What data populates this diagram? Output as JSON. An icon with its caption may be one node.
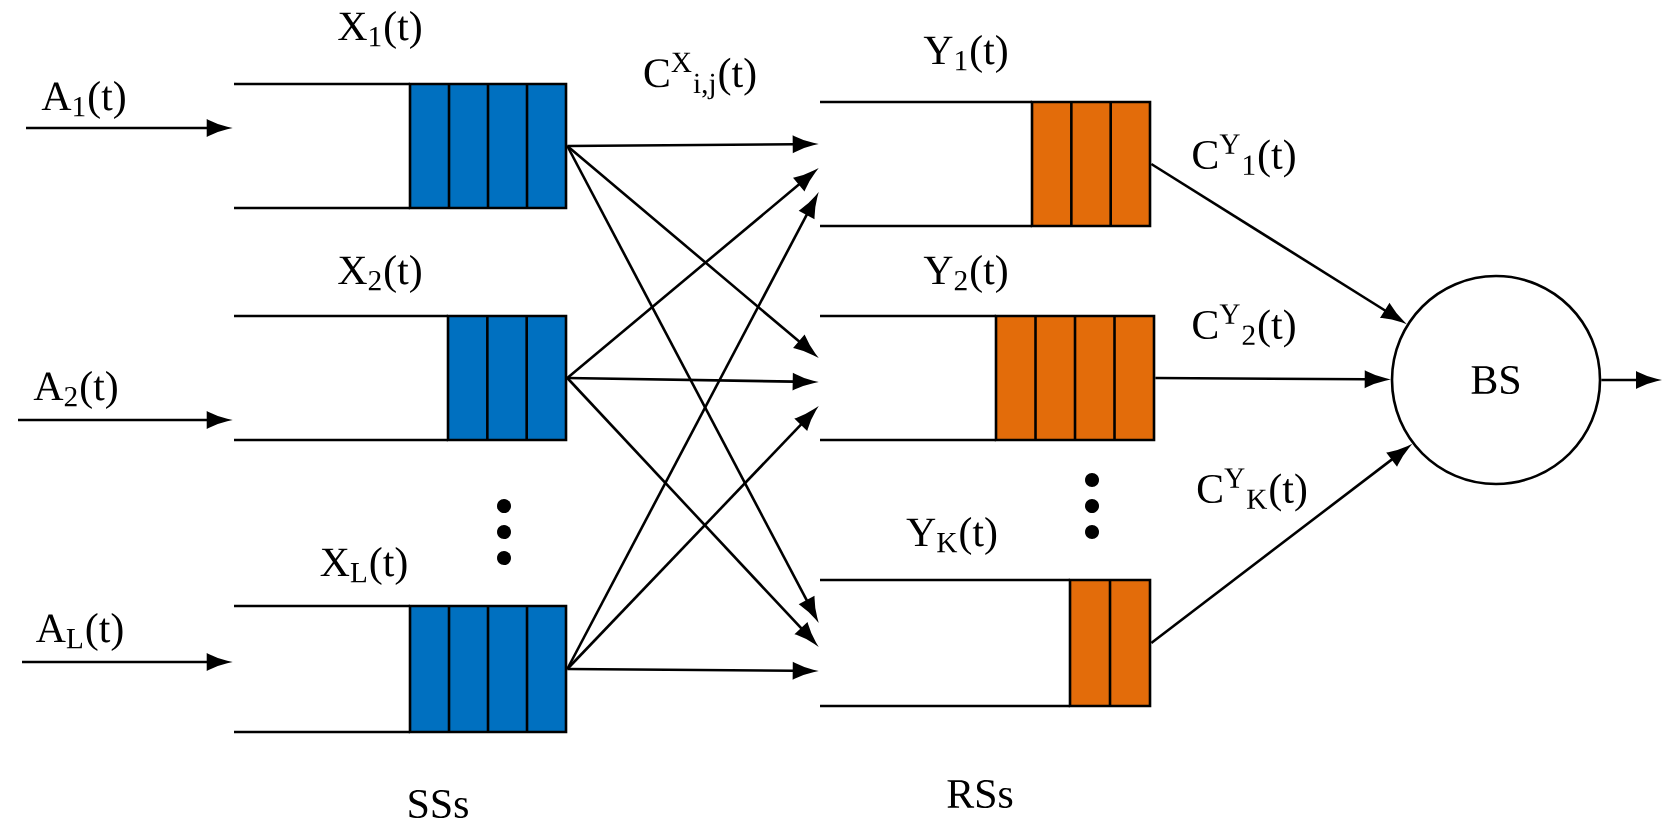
{
  "diagram": {
    "nodes": [
      {
        "text": [
          "X$_{1}$(t)"
        ]
      },
      {
        "text": [
          "X$_{2}$(t)"
        ]
      },
      {
        "text": [
          "X$_{L}$(t)"
        ]
      },
      {
        "text": [
          "Y$_{1}$(t)"
        ]
      },
      {
        "text": [
          "Y$_{2}$(t)"
        ]
      },
      {
        "text": [
          "Y$_{K}$(t)"
        ]
      },
      {
        "text": [
          "BS"
        ]
      }
    ],
    "edges": [
      {
        "from": null,
        "to": 0,
        "arrow": "to",
        "label": "A$_{1}$(t)"
      },
      {
        "from": null,
        "to": 1,
        "arrow": "to",
        "label": "A$_{2}$(t)"
      },
      {
        "from": null,
        "to": 2,
        "arrow": "to",
        "label": "A$_{L}$(t)"
      },
      {
        "from": 0,
        "to": 3,
        "arrow": "to"
      },
      {
        "from": 0,
        "to": 4,
        "arrow": "to"
      },
      {
        "from": 0,
        "to": 5,
        "arrow": "to"
      },
      {
        "from": 1,
        "to": 3,
        "arrow": "to"
      },
      {
        "from": 1,
        "to": 4,
        "arrow": "to"
      },
      {
        "from": 1,
        "to": 5,
        "arrow": "to"
      },
      {
        "from": 2,
        "to": 3,
        "arrow": "to"
      },
      {
        "from": 2,
        "to": 4,
        "arrow": "to"
      },
      {
        "from": 2,
        "to": 5,
        "arrow": "to"
      },
      {
        "from": 3,
        "to": 6,
        "arrow": "to",
        "label": "C$^{Y}$$_{1}$(t)"
      },
      {
        "from": 4,
        "to": 6,
        "arrow": "to",
        "label": "C$^{Y}$$_{2}$(t)"
      },
      {
        "from": 5,
        "to": 6,
        "arrow": "to",
        "label": "C$^{Y}$$_{K}$(t)"
      },
      {
        "from": 6,
        "to": null,
        "arrow": "to"
      }
    ],
    "labels": [
      "C$^{X}$$_{i,j}$(t)",
      "SSs",
      "RSs"
    ]
  }
}
